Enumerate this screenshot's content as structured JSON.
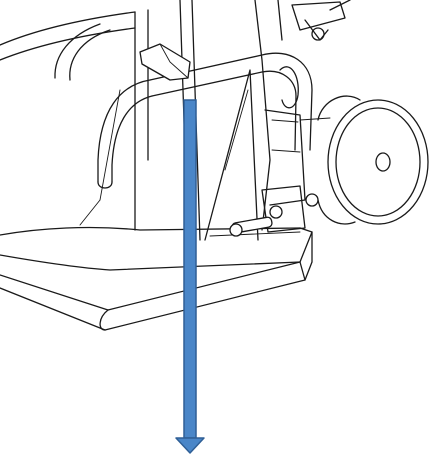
{
  "figure": {
    "subject": "technical-line-drawing",
    "parts": [
      "frame-tube",
      "handle-grip",
      "step-plate",
      "wheel",
      "hinge-bolt",
      "bracket"
    ],
    "colors": {
      "line": "#1a1a1a",
      "background": "#ffffff",
      "arrow_fill": "#4a86c8",
      "arrow_stroke": "#2f5f96"
    },
    "arrow": {
      "direction": "down"
    }
  }
}
